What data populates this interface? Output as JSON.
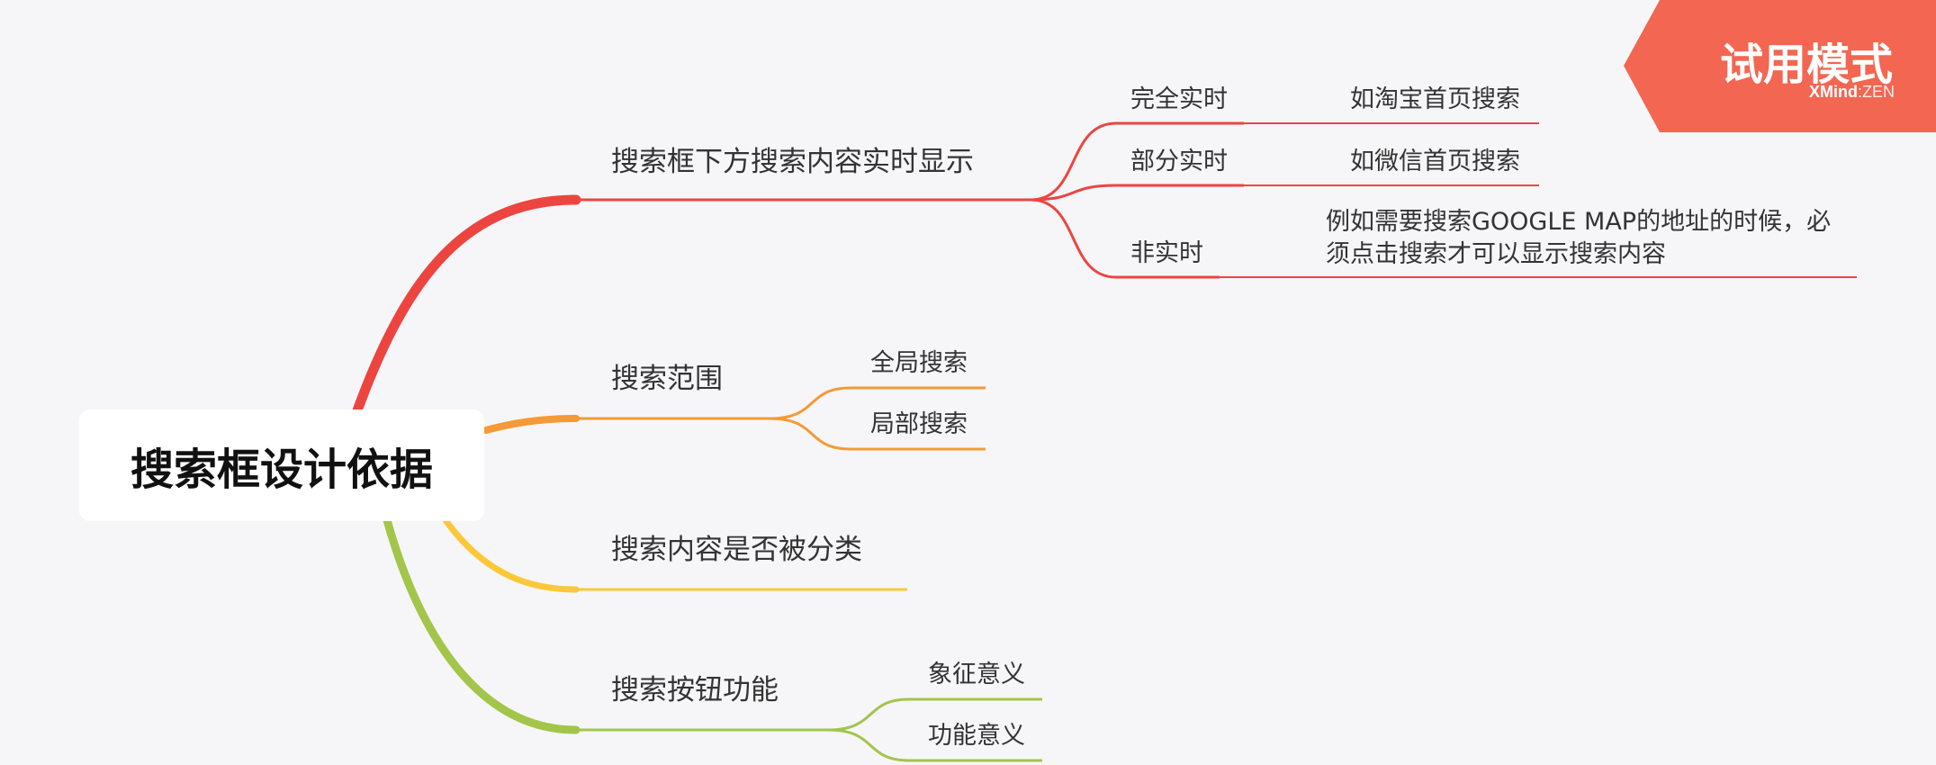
{
  "root": {
    "label": "搜索框设计依据"
  },
  "watermark": {
    "title": "试用模式",
    "brand_bold": "XMind",
    "brand_sep": ":",
    "brand_light": "ZEN",
    "color": "#f36651"
  },
  "colors": {
    "red": "#ec4540",
    "orange": "#f59a35",
    "yellow": "#fbc83a",
    "green": "#a3c54a",
    "text": "#333333"
  },
  "branches": [
    {
      "label": "搜索框下方搜索内容实时显示",
      "color": "#ec4540",
      "children": [
        {
          "label": "完全实时",
          "children": [
            {
              "label": "如淘宝首页搜索"
            }
          ]
        },
        {
          "label": "部分实时",
          "children": [
            {
              "label": "如微信首页搜索"
            }
          ]
        },
        {
          "label": "非实时",
          "children": [
            {
              "label": "例如需要搜索GOOGLE MAP的地址的时候，必须点击搜索才可以显示搜索内容"
            }
          ]
        }
      ]
    },
    {
      "label": "搜索范围",
      "color": "#f59a35",
      "children": [
        {
          "label": "全局搜索"
        },
        {
          "label": "局部搜索"
        }
      ]
    },
    {
      "label": "搜索内容是否被分类",
      "color": "#fbc83a",
      "children": []
    },
    {
      "label": "搜索按钮功能",
      "color": "#a3c54a",
      "children": [
        {
          "label": "象征意义"
        },
        {
          "label": "功能意义"
        }
      ]
    }
  ]
}
